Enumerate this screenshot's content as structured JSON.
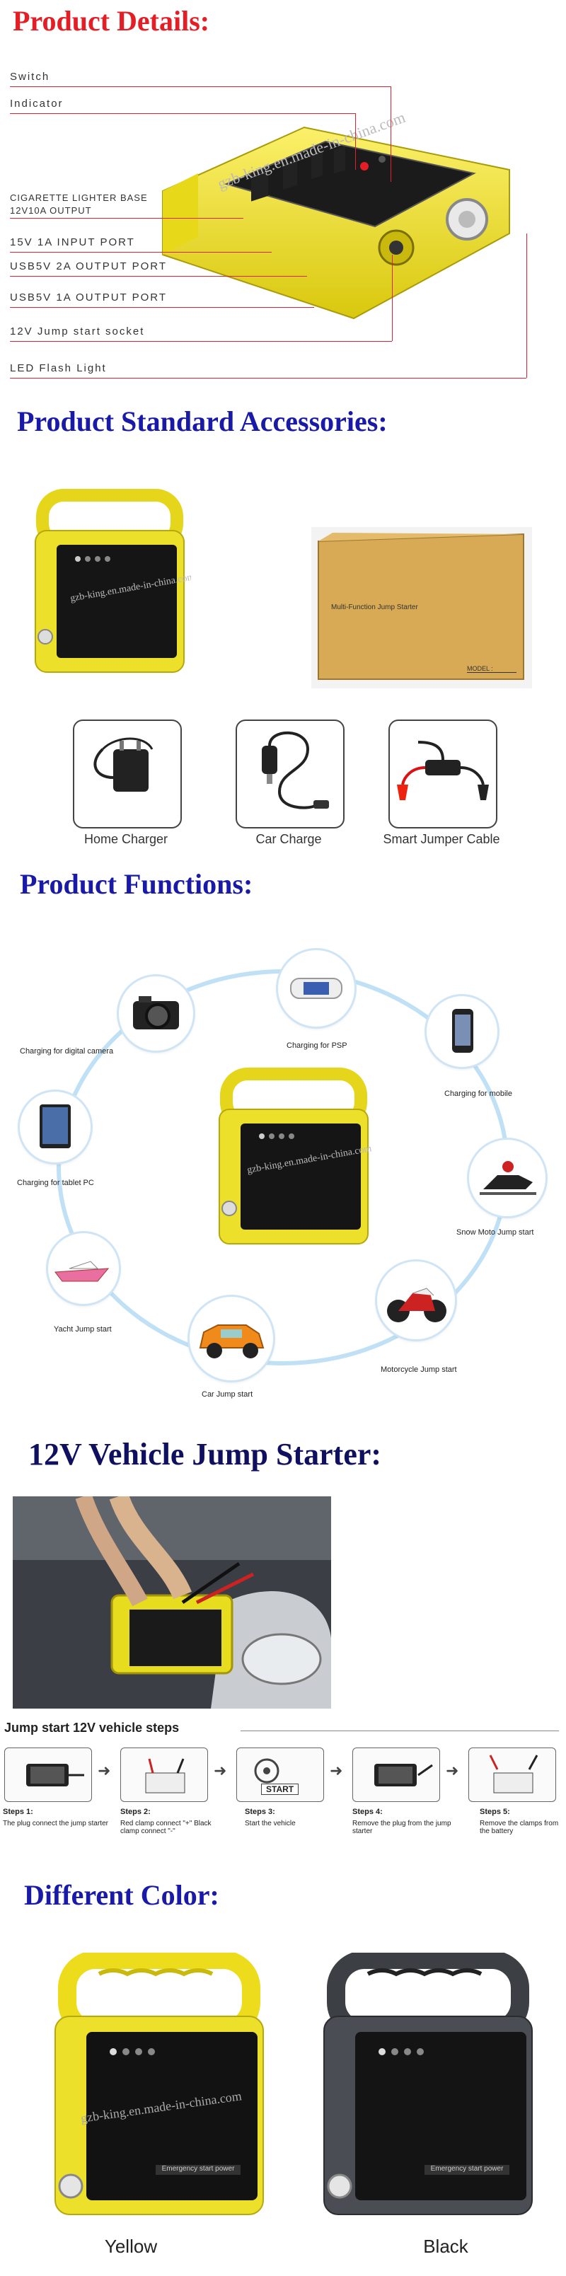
{
  "details": {
    "title": "Product Details:",
    "labels": [
      "Switch",
      "Indicator",
      "CIGARETTE LIGHTER BASE",
      "12V10A OUTPUT",
      "15V 1A INPUT PORT",
      "USB5V 2A OUTPUT PORT",
      "USB5V 1A OUTPUT PORT",
      "12V Jump start socket",
      "LED Flash Light"
    ],
    "watermark": "gzb-king.en.made-in-china.com"
  },
  "accessories": {
    "title": "Product Standard Accessories:",
    "box_text": "Multi-Function Jump Starter",
    "box_model": "MODEL :",
    "items": [
      "Home Charger",
      "Car Charge",
      "Smart Jumper Cable"
    ]
  },
  "functions": {
    "title": "Product Functions:",
    "items": [
      "Charging for digital camera",
      "Charging for PSP",
      "Charging for mobile",
      "Charging for tablet PC",
      "Snow Moto Jump start",
      "Yacht Jump start",
      "Motorcycle Jump start",
      "Car Jump start"
    ]
  },
  "jump": {
    "title": "12V Vehicle Jump Starter:",
    "steps_title": "Jump start 12V vehicle steps",
    "start_label": "START",
    "steps": [
      {
        "t": "Steps 1:",
        "d": "The plug connect the jump starter"
      },
      {
        "t": "Steps 2:",
        "d": "Red clamp connect \"+\" Black clamp connect \"-\""
      },
      {
        "t": "Steps 3:",
        "d": "Start the vehicle"
      },
      {
        "t": "Steps 4:",
        "d": "Remove the plug from the jump starter"
      },
      {
        "t": "Steps 5:",
        "d": "Remove the clamps from the battery"
      }
    ]
  },
  "colors": {
    "title": "Different Color:",
    "items": [
      "Yellow",
      "Black"
    ],
    "panel_text": "Emergency start power"
  },
  "palette": {
    "accent_red": "#e51d25",
    "accent_blue": "#1a1aa8",
    "product_yellow": "#f2e21a",
    "product_black": "#3a3d42"
  }
}
